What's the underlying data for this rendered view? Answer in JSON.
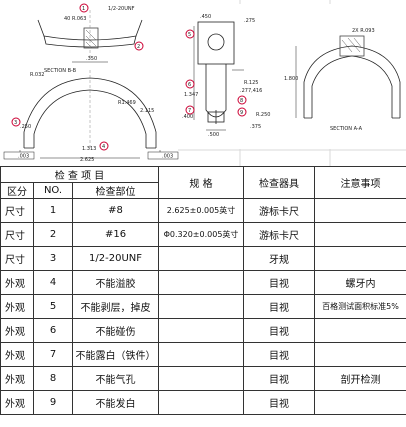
{
  "drawing": {
    "top_left": {
      "dims": [
        "40 R.063",
        "1/2-20UNF",
        ".350",
        "SECTION B-B",
        "R1.469",
        "2.115",
        "R.032",
        ".250",
        "1.313",
        "2.625",
        ".003"
      ],
      "callouts": [
        "1",
        "2",
        "3",
        "4"
      ]
    },
    "top_right": {
      "dims": [
        ".450",
        ".275",
        "R.125",
        "1.347",
        ".400",
        ".277,416",
        ".375",
        ".500",
        "R.250",
        "1.800",
        "2X R.093"
      ],
      "callouts": [
        "5",
        "6",
        "7",
        "8",
        "9"
      ],
      "section_label": "SECTION A-A"
    }
  },
  "table": {
    "title": "检 查 项 目",
    "headers": {
      "category": "区分",
      "no": "NO.",
      "part": "检查部位",
      "spec": "规 格",
      "tool": "检查器具",
      "notes": "注意事项"
    },
    "rows": [
      {
        "category": "尺寸",
        "no": "1",
        "part": "#8",
        "spec": "2.625±0.005英寸",
        "tool": "游标卡尺",
        "notes": ""
      },
      {
        "category": "尺寸",
        "no": "2",
        "part": "#16",
        "spec": "Φ0.320±0.005英寸",
        "tool": "游标卡尺",
        "notes": ""
      },
      {
        "category": "尺寸",
        "no": "3",
        "part": "1/2-20UNF",
        "spec": "",
        "tool": "牙规",
        "notes": ""
      },
      {
        "category": "外观",
        "no": "4",
        "part": "不能溢胶",
        "spec": "",
        "tool": "目视",
        "notes": "螺牙内"
      },
      {
        "category": "外观",
        "no": "5",
        "part": "不能剥层，掉皮",
        "spec": "",
        "tool": "目视",
        "notes": "百格测试面积标准5%"
      },
      {
        "category": "外观",
        "no": "6",
        "part": "不能碰伤",
        "spec": "",
        "tool": "目视",
        "notes": ""
      },
      {
        "category": "外观",
        "no": "7",
        "part": "不能露白（铁件）",
        "spec": "",
        "tool": "目视",
        "notes": ""
      },
      {
        "category": "外观",
        "no": "8",
        "part": "不能气孔",
        "spec": "",
        "tool": "目视",
        "notes": "剖开检测"
      },
      {
        "category": "外观",
        "no": "9",
        "part": "不能发白",
        "spec": "",
        "tool": "目视",
        "notes": ""
      }
    ]
  }
}
